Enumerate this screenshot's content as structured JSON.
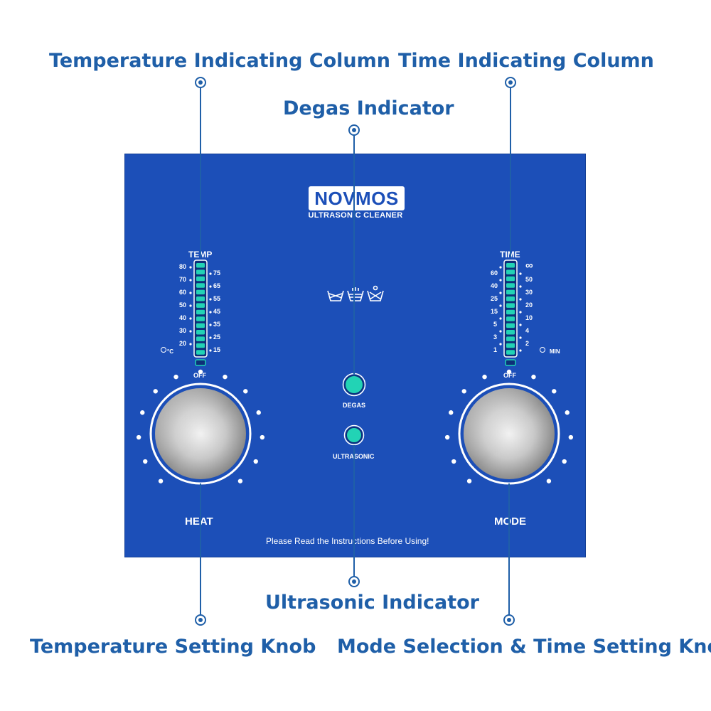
{
  "callouts": {
    "temp_column": "Temperature Indicating Column",
    "time_column": "Time Indicating Column",
    "degas_indicator": "Degas Indicator",
    "ultrasonic_indicator": "Ultrasonic Indicator",
    "temp_knob": "Temperature Setting Knob",
    "mode_knob": "Mode Selection & Time Setting Knob"
  },
  "panel": {
    "brand": "NOVMOS",
    "subtitle": "ULTRASONIC CLEANER",
    "temp": {
      "title": "TEMP",
      "left_ticks": [
        "80",
        "70",
        "60",
        "50",
        "40",
        "30",
        "20"
      ],
      "right_ticks": [
        "75",
        "65",
        "55",
        "45",
        "35",
        "25",
        "15"
      ],
      "unit": "°C",
      "off": "OFF"
    },
    "time": {
      "title": "TIME",
      "left_ticks": [
        "60",
        "40",
        "25",
        "15",
        "5",
        "3",
        "1"
      ],
      "right_ticks": [
        "∞",
        "50",
        "30",
        "20",
        "10",
        "4",
        "2"
      ],
      "unit": "MIN",
      "off": "OFF"
    },
    "degas_label": "DEGAS",
    "ultrasonic_label": "ULTRASONIC",
    "heat_label": "HEAT",
    "mode_label": "MODE",
    "notice": "Please Read the Instructions Before Using!"
  },
  "colors": {
    "callout_text": "#1f5fa8",
    "panel": "#1c4fb8",
    "led_on": "#22d3b5"
  }
}
